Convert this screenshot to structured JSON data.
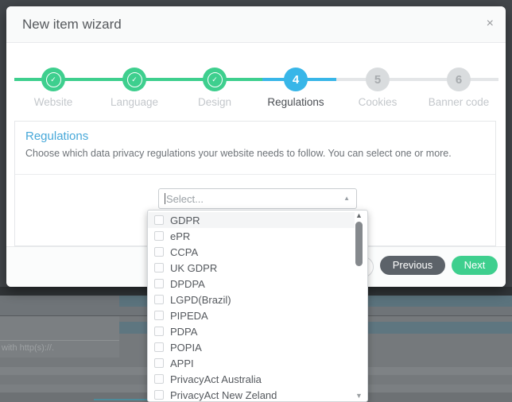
{
  "modal": {
    "title": "New item wizard",
    "close_icon": "×"
  },
  "stepper": {
    "steps": [
      {
        "label": "Website",
        "state": "done"
      },
      {
        "label": "Language",
        "state": "done"
      },
      {
        "label": "Design",
        "state": "done"
      },
      {
        "label": "Regulations",
        "state": "current",
        "number": "4"
      },
      {
        "label": "Cookies",
        "state": "upcoming",
        "number": "5"
      },
      {
        "label": "Banner code",
        "state": "upcoming",
        "number": "6"
      }
    ]
  },
  "content": {
    "heading": "Regulations",
    "description": "Choose which data privacy regulations your website needs to follow. You can select one or more."
  },
  "select": {
    "placeholder": "Select...",
    "state": "open"
  },
  "dropdown": {
    "options": [
      "GDPR",
      "ePR",
      "CCPA",
      "UK GDPR",
      "DPDPA",
      "LGPD(Brazil)",
      "PIPEDA",
      "PDPA",
      "POPIA",
      "APPI",
      "PrivacyAct Australia",
      "PrivacyAct New Zeland"
    ],
    "checked": []
  },
  "footer": {
    "previous_label": "Previous",
    "next_label": "Next"
  },
  "background": {
    "hint_text": "with http(s)://."
  },
  "icons": {
    "check": "✓",
    "caret_up": "▲",
    "scroll_up": "▲",
    "scroll_down": "▼"
  },
  "colors": {
    "accent_green": "#3ecf8e",
    "accent_blue": "#38b6e8",
    "heading_blue": "#47a8d9",
    "previous_button_bg": "#5c6269",
    "overlay_bg": "#43474b"
  }
}
